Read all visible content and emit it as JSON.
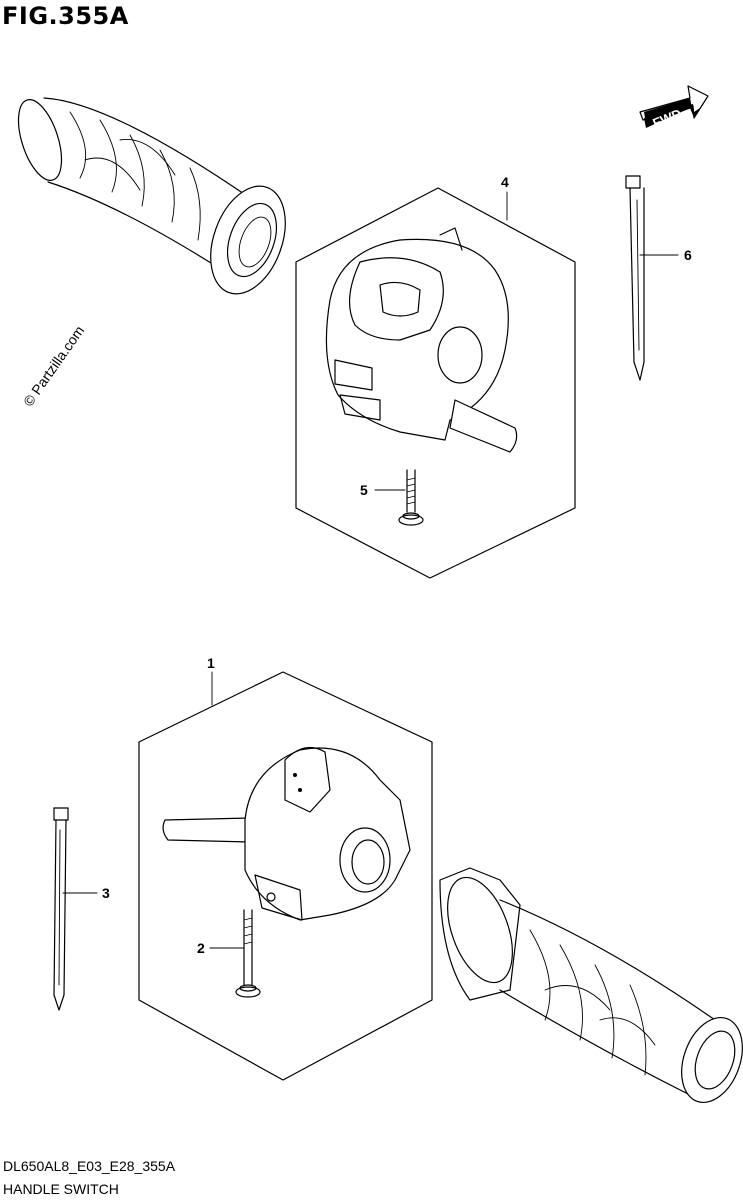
{
  "figure": {
    "title": "FIG.355A",
    "watermark": "© Partzilla.com",
    "fwd_label": "FWD",
    "diagram_code": "DL650AL8_E03_E28_355A",
    "diagram_name": "HANDLE SWITCH"
  },
  "callouts": [
    {
      "number": "1",
      "part": "right handle switch assembly"
    },
    {
      "number": "2",
      "part": "screw"
    },
    {
      "number": "3",
      "part": "cable tie"
    },
    {
      "number": "4",
      "part": "left handle switch assembly"
    },
    {
      "number": "5",
      "part": "screw"
    },
    {
      "number": "6",
      "part": "cable tie"
    }
  ]
}
